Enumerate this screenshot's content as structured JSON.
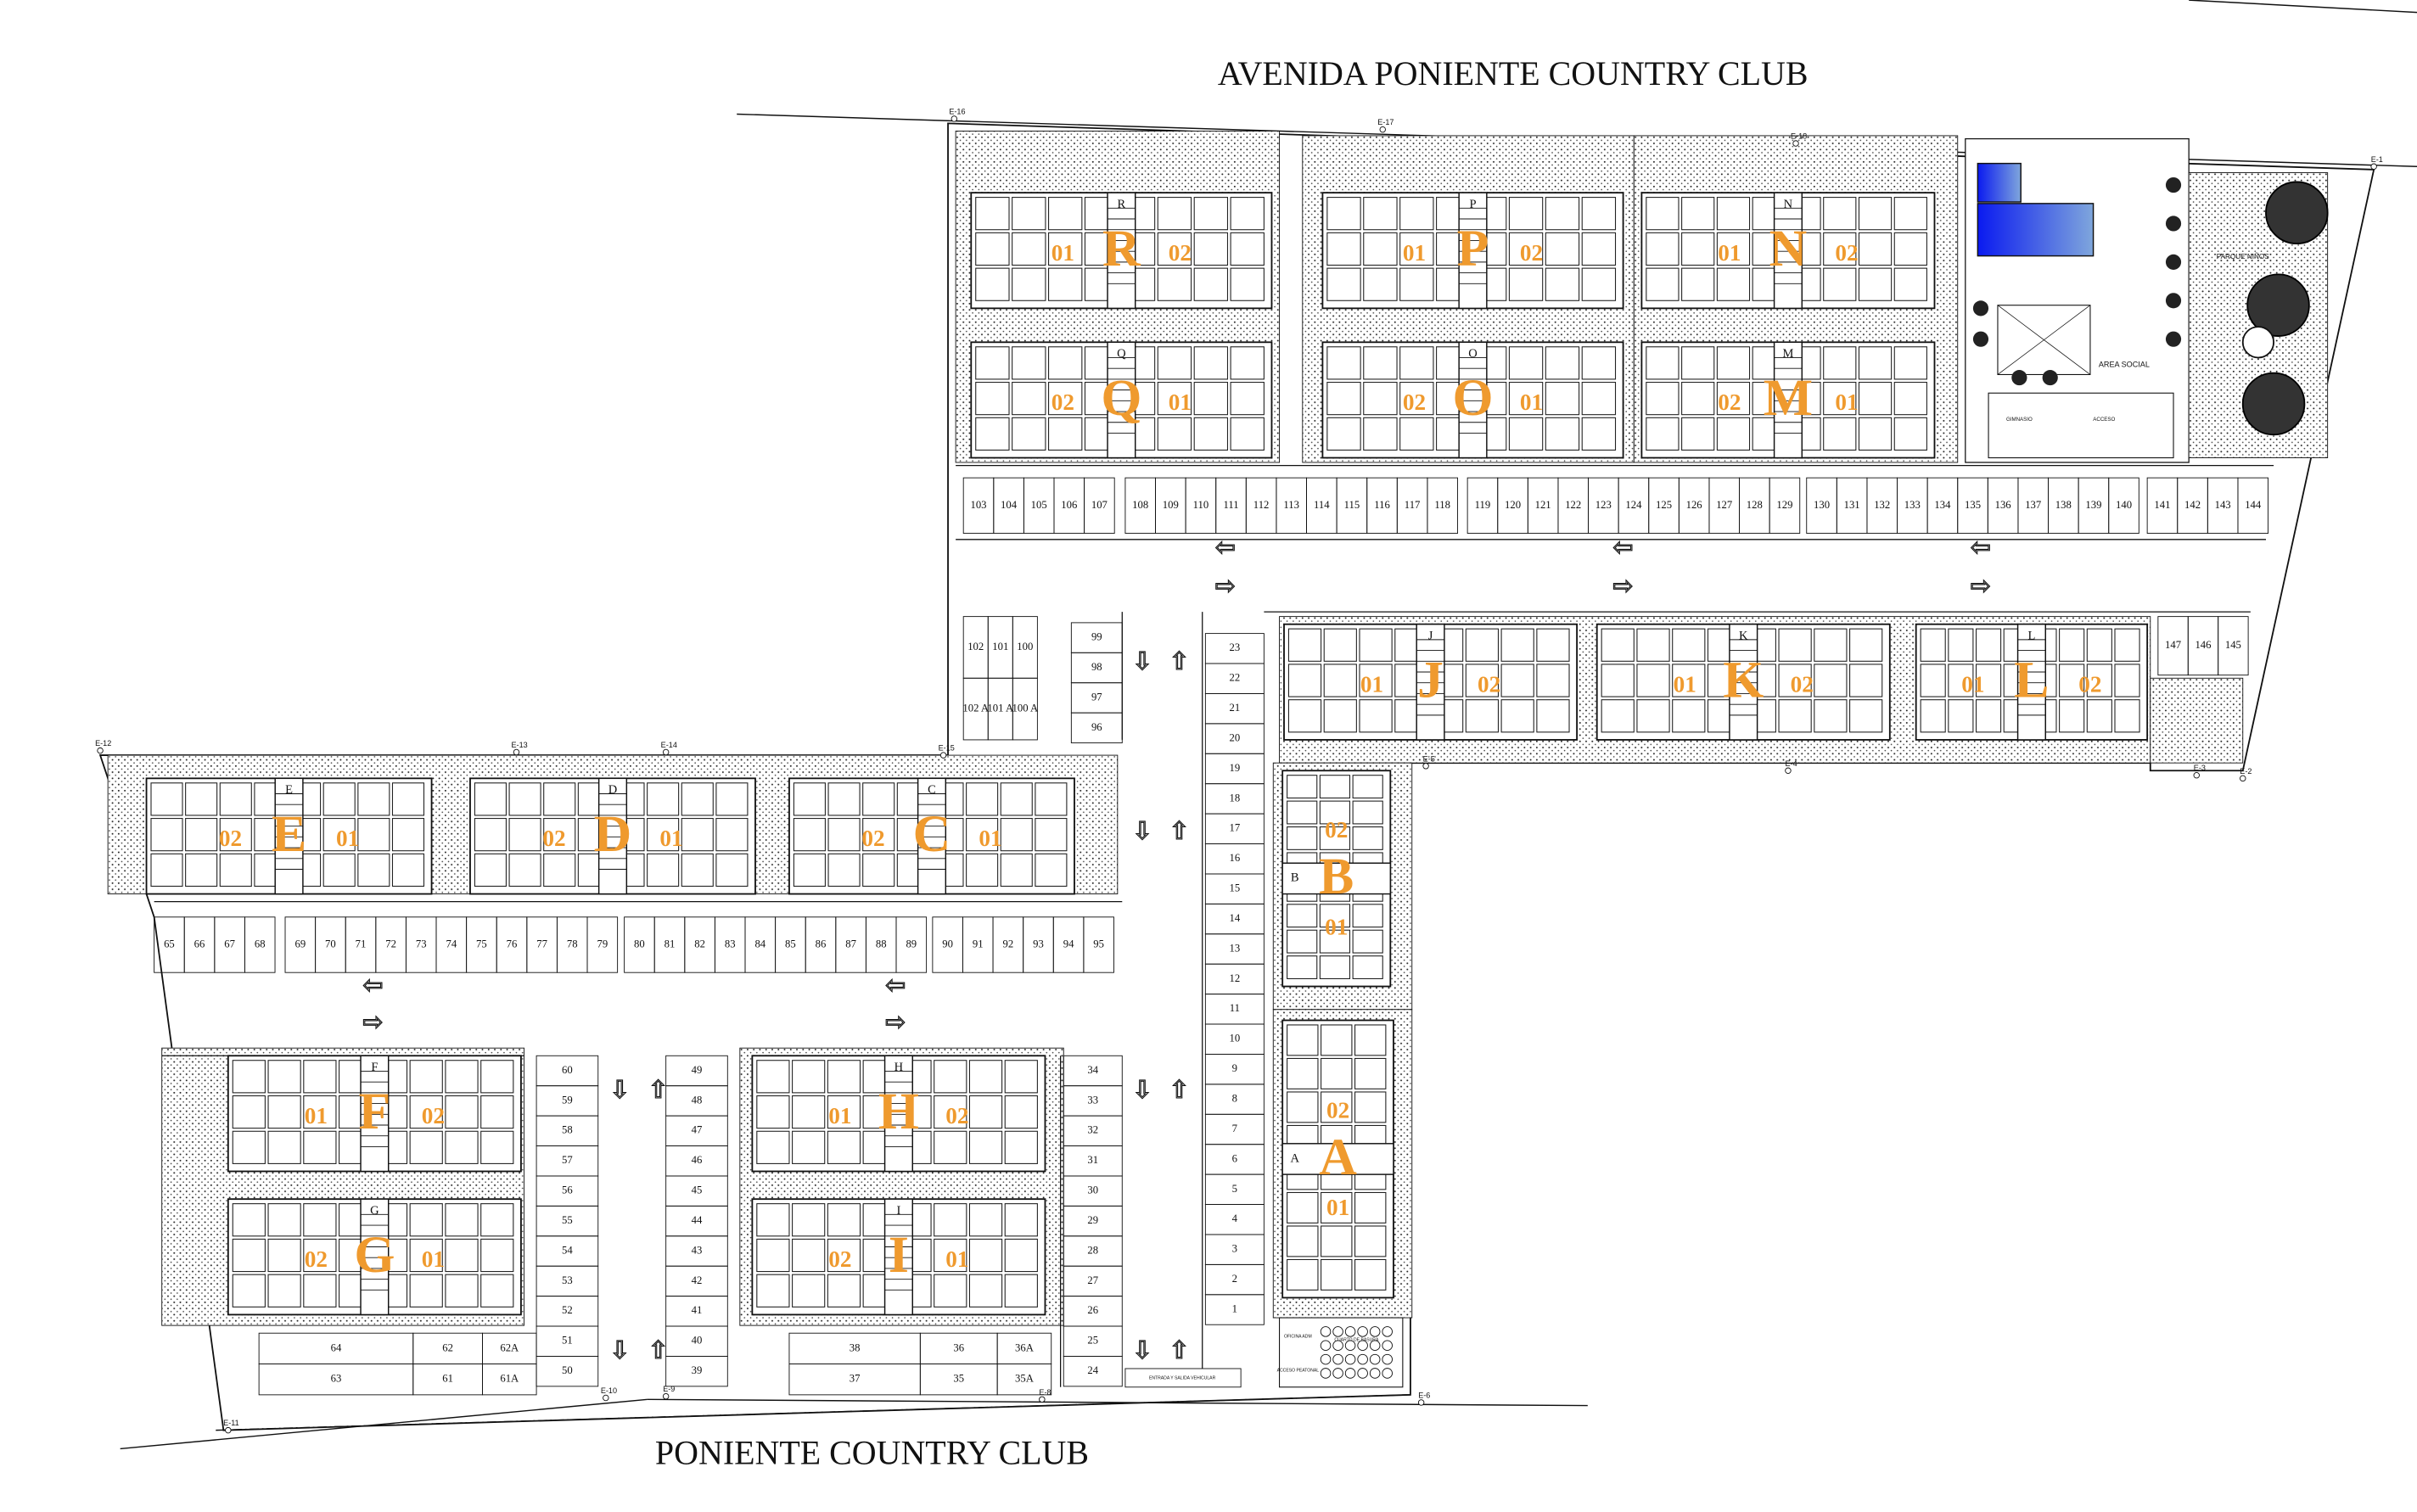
{
  "roads": {
    "top": "AVENIDA PONIENTE COUNTRY CLUB",
    "bottom": "PONIENTE COUNTRY CLUB"
  },
  "buildings": [
    {
      "letter": "R",
      "units": [
        "01",
        "02"
      ]
    },
    {
      "letter": "Q",
      "units": [
        "02",
        "01"
      ]
    },
    {
      "letter": "P",
      "units": [
        "01",
        "02"
      ]
    },
    {
      "letter": "O",
      "units": [
        "02",
        "01"
      ]
    },
    {
      "letter": "N",
      "units": [
        "01",
        "02"
      ]
    },
    {
      "letter": "M",
      "units": [
        "02",
        "01"
      ]
    },
    {
      "letter": "J",
      "units": [
        "01",
        "02"
      ]
    },
    {
      "letter": "K",
      "units": [
        "01",
        "02"
      ]
    },
    {
      "letter": "L",
      "units": [
        "01",
        "02"
      ]
    },
    {
      "letter": "E",
      "units": [
        "02",
        "01"
      ]
    },
    {
      "letter": "D",
      "units": [
        "02",
        "01"
      ]
    },
    {
      "letter": "C",
      "units": [
        "02",
        "01"
      ]
    },
    {
      "letter": "B",
      "units": [
        "02",
        "01"
      ]
    },
    {
      "letter": "A",
      "units": [
        "02",
        "01"
      ]
    },
    {
      "letter": "F",
      "units": [
        "01",
        "02"
      ]
    },
    {
      "letter": "G",
      "units": [
        "02",
        "01"
      ]
    },
    {
      "letter": "H",
      "units": [
        "01",
        "02"
      ]
    },
    {
      "letter": "I",
      "units": [
        "02",
        "01"
      ]
    }
  ],
  "parking": {
    "top_row": [
      [
        "103",
        "104",
        "105",
        "106",
        "107"
      ],
      [
        "108",
        "109",
        "110",
        "111",
        "112",
        "113",
        "114",
        "115",
        "116",
        "117",
        "118"
      ],
      [
        "119",
        "120",
        "121",
        "122",
        "123",
        "124",
        "125",
        "126",
        "127",
        "128",
        "129"
      ],
      [
        "130",
        "131",
        "132",
        "133",
        "134",
        "135",
        "136",
        "137",
        "138",
        "139",
        "140"
      ],
      [
        "141",
        "142",
        "143",
        "144"
      ]
    ],
    "right_stub": [
      "147",
      "146",
      "145"
    ],
    "upper_left_stub": [
      "102",
      "101",
      "100"
    ],
    "upper_left_stub_a": [
      "102 A",
      "101 A",
      "100 A"
    ],
    "column_99_96": [
      "99",
      "98",
      "97",
      "96"
    ],
    "column_23_1": [
      "23",
      "22",
      "21",
      "20",
      "19",
      "18",
      "17",
      "16",
      "15",
      "14",
      "13",
      "12",
      "11",
      "10",
      "9",
      "8",
      "7",
      "6",
      "5",
      "4",
      "3",
      "2",
      "1"
    ],
    "middle_row": [
      [
        "65",
        "66",
        "67",
        "68"
      ],
      [
        "69",
        "70",
        "71",
        "72",
        "73",
        "74",
        "75",
        "76",
        "77",
        "78",
        "79"
      ],
      [
        "80",
        "81",
        "82",
        "83",
        "84",
        "85",
        "86",
        "87",
        "88",
        "89"
      ],
      [
        "90",
        "91",
        "92",
        "93",
        "94",
        "95"
      ]
    ],
    "column_60_50": [
      "60",
      "59",
      "58",
      "57",
      "56",
      "55",
      "54",
      "53",
      "52",
      "51",
      "50"
    ],
    "column_49_39": [
      "49",
      "48",
      "47",
      "46",
      "45",
      "44",
      "43",
      "42",
      "41",
      "40",
      "39"
    ],
    "column_34_24": [
      "34",
      "33",
      "32",
      "31",
      "30",
      "29",
      "28",
      "27",
      "26",
      "25",
      "24"
    ],
    "bottom_left": [
      [
        "64",
        "62",
        "62A"
      ],
      [
        "63",
        "61",
        "61A"
      ]
    ],
    "bottom_mid": [
      [
        "38",
        "36",
        "36A"
      ],
      [
        "37",
        "35",
        "35A"
      ]
    ]
  },
  "amenities": {
    "social": "AREA SOCIAL",
    "playground": "PARQUE NIÑOS",
    "gym": "GIMNASIO",
    "access": "ACCESO",
    "vehicle_entry": "ENTRADA Y SALIDA VEHICULAR",
    "trash": "CUARTO DE BASURA",
    "office": "OFICINA ADM",
    "pedestrian": "ACCESO PEATONAL"
  },
  "markers": [
    "E-1",
    "E-2",
    "E-3",
    "E-4",
    "E-5",
    "E-6",
    "E-8",
    "E-9",
    "E-10",
    "E-11",
    "E-12",
    "E-13",
    "E-14",
    "E-15",
    "E-16",
    "E-17",
    "E-18"
  ],
  "colors": {
    "label": "#ef9a2e",
    "pool": "#1a2cf0",
    "line": "#111111"
  }
}
